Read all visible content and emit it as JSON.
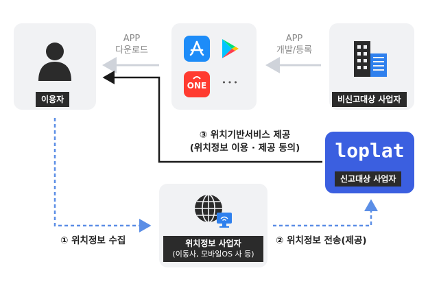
{
  "nodes": {
    "user": {
      "label": "이용자"
    },
    "non_reporter": {
      "label": "비신고대상 사업자"
    },
    "reporter": {
      "logo_text": "loplat",
      "label": "신고대상 사업자"
    },
    "location_provider": {
      "label": "위치정보 사업자",
      "sublabel": "(이동사, 모바일OS 사 등)"
    },
    "app_store": {
      "one_store_text": "ONE",
      "more_text": "•••"
    }
  },
  "edges": {
    "app_download": {
      "line1": "APP",
      "line2": "다운로드"
    },
    "app_develop": {
      "line1": "APP",
      "line2": "개발/등록"
    },
    "service": {
      "line1": "③ 위치기반서비스 제공",
      "line2": "(위치정보 이용 · 제공 동의)"
    },
    "collect": {
      "label": "① 위치정보 수집"
    },
    "transfer": {
      "label": "② 위치정보 전송(제공)"
    }
  },
  "colors": {
    "card_bg": "#f1f2f4",
    "tag_bg": "#2b2b2b",
    "loplat_blue": "#3b5fe0",
    "dashed_blue": "#5b8ee6",
    "arrow_gray": "#cfd3da",
    "arrow_dark": "#1a1a1a"
  },
  "icons": [
    "user-icon",
    "app-store-icon",
    "google-play-icon",
    "one-store-icon",
    "building-icon",
    "globe-icon"
  ]
}
